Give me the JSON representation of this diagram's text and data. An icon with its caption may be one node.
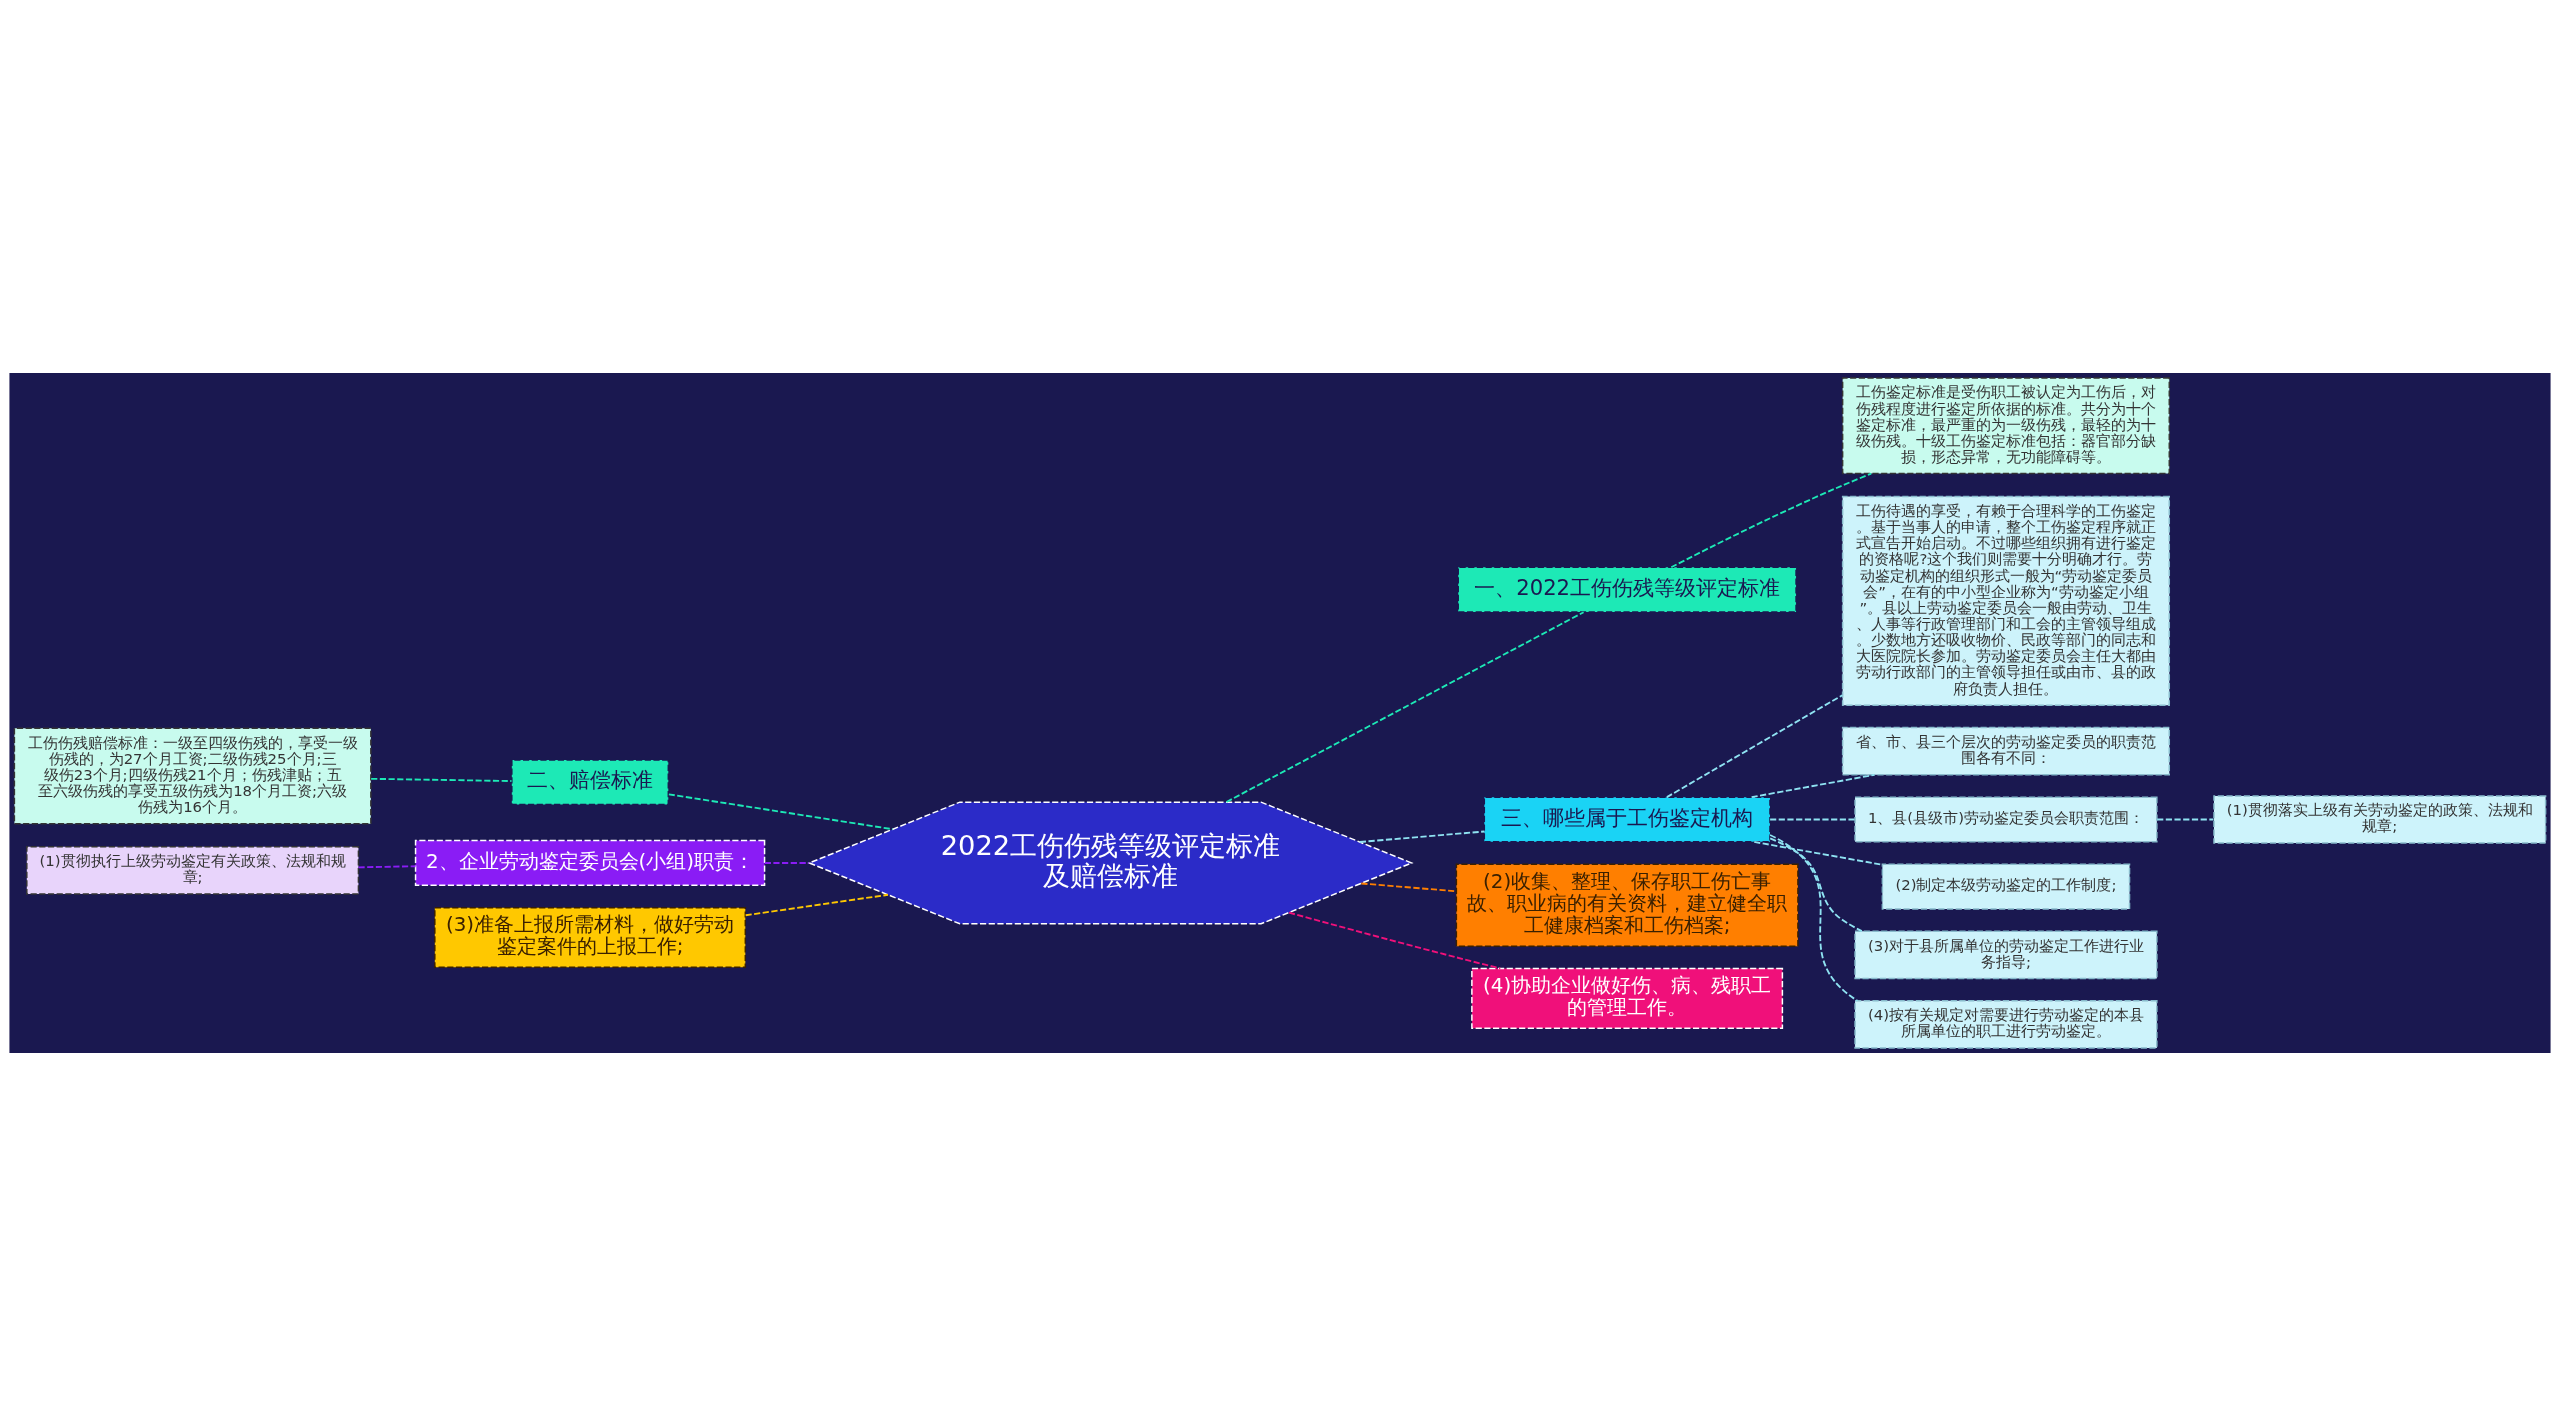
{
  "diagram": {
    "nodes": [
      {
        "text": [
          "2022工伤伤残等级评定标准及赔偿标准"
        ]
      },
      {
        "text": [
          "一、2022工伤伤残等级评定标准"
        ]
      },
      {
        "text": [
          "工伤鉴定标准是受伤职工被认定为工伤后，对伤残程度进行鉴定所依据的标准。共分为十个鉴定标准，最严重的为一级伤残，最轻的为十级伤残。十级工伤鉴定标准包括：器官部分缺损，形态异常，无功能障碍等。"
        ]
      },
      {
        "text": [
          "三、哪些属于工伤鉴定机构"
        ]
      },
      {
        "text": [
          "工伤待遇的享受，有赖于合理科学的工伤鉴定。基于当事人的申请，整个工伤鉴定程序就正式宣告开始启动。不过哪些组织拥有进行鉴定的资格呢?这个我们则需要十分明确才行。劳动鉴定机构的组织形式一般为“劳动鉴定委员会”，在有的中小型企业称为“劳动鉴定小组”。县以上劳动鉴定委员会一般由劳动、卫生、人事等行政管理部门和工会的主管领导组成。少数地方还吸收物价、民政等部门的同志和大医院院长参加。劳动鉴定委员会主任大都由劳动行政部门的主管领导担任或由市、县的政府负责人担任。"
        ]
      },
      {
        "text": [
          "省、市、县三个层次的劳动鉴定委员的职责范围各有不同："
        ]
      },
      {
        "text": [
          "1、县(县级市)劳动鉴定委员会职责范围："
        ]
      },
      {
        "text": [
          "(1)贯彻落实上级有关劳动鉴定的政策、法规和规章;"
        ]
      },
      {
        "text": [
          "(2)制定本级劳动鉴定的工作制度;"
        ]
      },
      {
        "text": [
          "(3)对于县所属单位的劳动鉴定工作进行业务指导;"
        ]
      },
      {
        "text": [
          "(4)按有关规定对需要进行劳动鉴定的本县所属单位的职工进行劳动鉴定。"
        ]
      },
      {
        "text": [
          "(2)收集、整理、保存职工伤亡事故、职业病的有关资料，建立健全职工健康档案和工伤档案;"
        ]
      },
      {
        "text": [
          "(4)协助企业做好伤、病、残职工的管理工作。"
        ]
      },
      {
        "text": [
          "二、赔偿标准"
        ]
      },
      {
        "text": [
          "工伤伤残赔偿标准：一级至四级伤残的，享受一级伤残的，为27个月工资;二级伤残25个月;三级伤23个月;四级伤残21个月；伤残津贴；五至六级伤残的享受五级伤残为18个月工资;六级伤残为16个月。"
        ]
      },
      {
        "text": [
          "2、企业劳动鉴定委员会(小组)职责："
        ]
      },
      {
        "text": [
          "(1)贯彻执行上级劳动鉴定有关政策、法规和规章;"
        ]
      },
      {
        "text": [
          "(3)准备上报所需材料，做好劳动鉴定案件的上报工作;"
        ]
      }
    ],
    "edges": [
      {
        "from": 0,
        "to": 1,
        "arrow": "none",
        "style": "dashed",
        "color": "#1de9b6"
      },
      {
        "from": 1,
        "to": 2,
        "arrow": "none",
        "style": "dashed",
        "color": "#1de9b6"
      },
      {
        "from": 0,
        "to": 3,
        "arrow": "none",
        "style": "dashed"
      },
      {
        "from": 3,
        "to": 4,
        "arrow": "none",
        "style": "dashed"
      },
      {
        "from": 3,
        "to": 5,
        "arrow": "none",
        "style": "dashed"
      },
      {
        "from": 3,
        "to": 6,
        "arrow": "none",
        "style": "dashed"
      },
      {
        "from": 6,
        "to": 7,
        "arrow": "none",
        "style": "dashed"
      },
      {
        "from": 3,
        "to": 8,
        "arrow": "none",
        "style": "dashed"
      },
      {
        "from": 3,
        "to": 9,
        "arrow": "none",
        "style": "dashed"
      },
      {
        "from": 3,
        "to": 10,
        "arrow": "none",
        "style": "dashed"
      },
      {
        "from": 0,
        "to": 11,
        "arrow": "none",
        "style": "dashed",
        "color": "#ff7f00"
      },
      {
        "from": 0,
        "to": 12,
        "arrow": "none",
        "style": "dashed",
        "color": "#f0107a"
      },
      {
        "from": 0,
        "to": 13,
        "arrow": "none",
        "style": "dashed",
        "color": "#1de9b6"
      },
      {
        "from": 13,
        "to": 14,
        "arrow": "none",
        "style": "dashed",
        "color": "#1de9b6"
      },
      {
        "from": 0,
        "to": 15,
        "arrow": "none",
        "style": "dashed",
        "color": "#8a1cf5"
      },
      {
        "from": 15,
        "to": 16,
        "arrow": "none",
        "style": "dashed",
        "color": "#8a1cf5"
      },
      {
        "from": 0,
        "to": 17,
        "arrow": "none",
        "style": "dashed",
        "color": "#ffc800"
      }
    ]
  }
}
